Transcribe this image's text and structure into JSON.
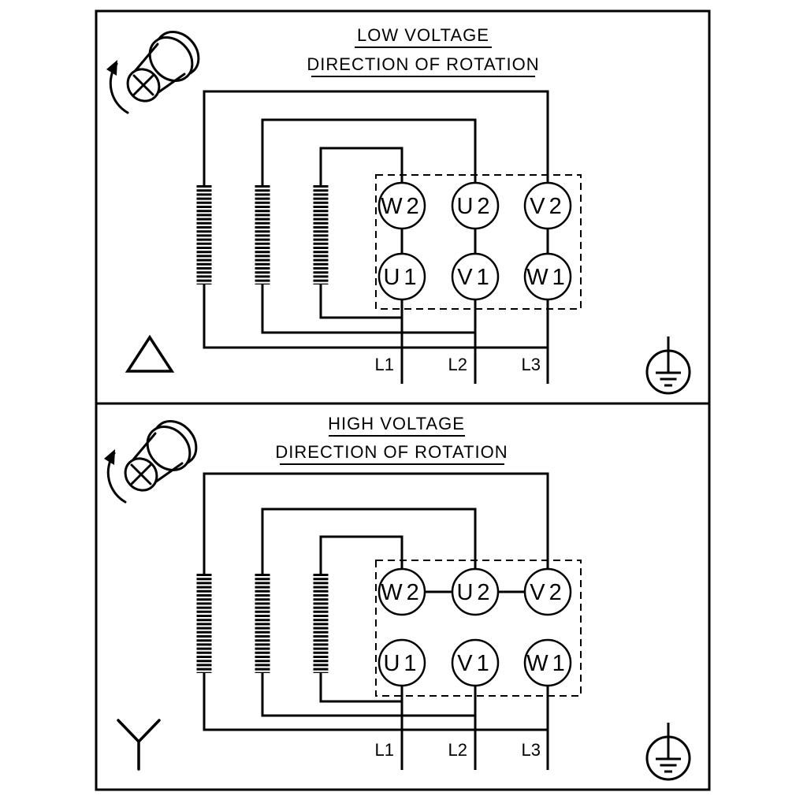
{
  "colors": {
    "ink": "#000000",
    "paper": "#ffffff"
  },
  "panels": [
    {
      "id": "low-voltage",
      "title": "LOW VOLTAGE",
      "subtitle": "DIRECTION OF ROTATION",
      "connection_symbol": "delta",
      "terminals_top": [
        "W2",
        "U2",
        "V2"
      ],
      "terminals_bottom": [
        "U1",
        "V1",
        "W1"
      ],
      "line_labels": [
        "L1",
        "L2",
        "L3"
      ]
    },
    {
      "id": "high-voltage",
      "title": "HIGH VOLTAGE",
      "subtitle": "DIRECTION OF ROTATION",
      "connection_symbol": "star",
      "terminals_top": [
        "W2",
        "U2",
        "V2"
      ],
      "terminals_bottom": [
        "U1",
        "V1",
        "W1"
      ],
      "line_labels": [
        "L1",
        "L2",
        "L3"
      ]
    }
  ],
  "icons": {
    "rotation": "shaft-rotation-direction-icon",
    "ground": "protective-earth-icon",
    "delta": "delta-connection-icon",
    "star": "wye-connection-icon",
    "coil": "motor-winding-coil"
  }
}
